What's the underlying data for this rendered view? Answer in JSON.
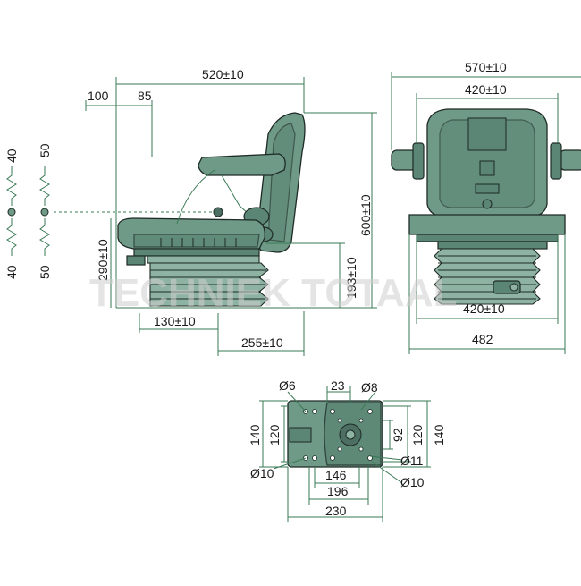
{
  "watermark": "TECHNIEK TOTAAL",
  "colors": {
    "seat": "#6f9a87",
    "dimension_line": "#3a7a55"
  },
  "side_view": {
    "overall_depth": "520±10",
    "offset_a": "100",
    "offset_b": "85",
    "height_total": "600±10",
    "seat_height": "290±10",
    "base_height": "193±10",
    "base_offset": "130±10",
    "base_depth": "255±10"
  },
  "adjust_scales": {
    "left_up": "40",
    "left_down": "40",
    "right_up": "50",
    "right_down": "50"
  },
  "front_view": {
    "overall_width": "570±10",
    "back_width": "420±10",
    "seat_width": "420±10",
    "base_width": "482"
  },
  "base_plate": {
    "hole_a": "Ø6",
    "spacing_top": "23",
    "hole_b": "Ø8",
    "height_outer_left": "140",
    "height_inner_left": "120",
    "height_92": "92",
    "height_inner_right": "120",
    "height_outer_right": "140",
    "hole_c": "Ø10",
    "hole_d": "Ø11",
    "hole_e": "Ø10",
    "width_146": "146",
    "width_196": "196",
    "width_230": "230"
  }
}
